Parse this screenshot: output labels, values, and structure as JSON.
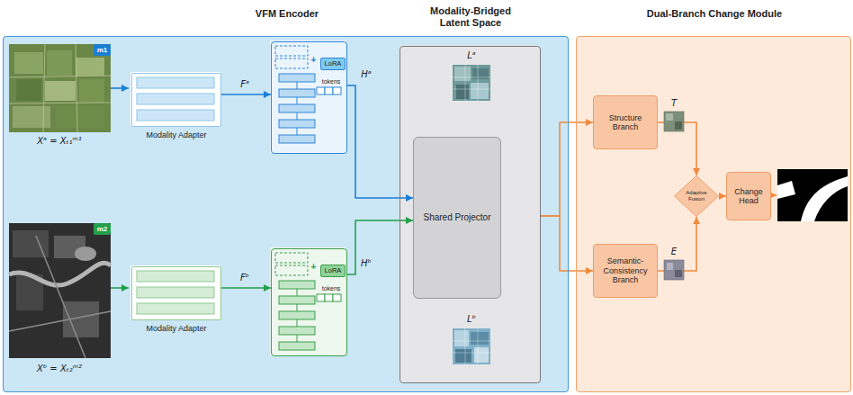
{
  "diagram": {
    "nodes": [
      {
        "text": [
          "VFM Encoder"
        ]
      },
      {
        "text": [
          "Modality Adapter"
        ],
        "in": 0
      },
      {
        "text": [
          "tokens"
        ],
        "in": 0
      },
      {
        "text": [
          "LoRA"
        ],
        "in": 2
      },
      {
        "text": [
          "Modality Adapter"
        ],
        "in": 0
      },
      {
        "text": [
          "tokens"
        ],
        "in": 0
      },
      {
        "text": [
          "LoRA"
        ],
        "in": 5
      },
      {
        "text": [
          "Modality-Bridged Latent Space"
        ],
        "in": 0
      },
      {
        "text": [
          "Shared Projector"
        ],
        "in": 7
      },
      {
        "text": [
          "Dual-Branch Change Module"
        ]
      },
      {
        "text": [
          "Structure Branch"
        ],
        "in": 9
      },
      {
        "text": [
          "Semantic-Consistency Branch"
        ],
        "in": 9
      },
      {
        "text": [
          "Adaptive Fusion"
        ],
        "in": 9
      },
      {
        "text": [
          "Change Head"
        ],
        "in": 9
      }
    ],
    "edges": [
      {
        "from": 1,
        "to": 2,
        "arrow": "to",
        "label": "Fᵃ"
      },
      {
        "from": 4,
        "to": 5,
        "arrow": "to",
        "label": "Fᵇ"
      },
      {
        "from": 2,
        "to": 8,
        "arrow": "to",
        "label": "Hᵃ"
      },
      {
        "from": 5,
        "to": 8,
        "arrow": "to",
        "label": "Hᵇ"
      },
      {
        "from": 7,
        "to": 10,
        "arrow": "to"
      },
      {
        "from": 7,
        "to": 11,
        "arrow": "to"
      },
      {
        "from": 10,
        "to": 12,
        "arrow": "to"
      },
      {
        "from": 11,
        "to": 12,
        "arrow": "to"
      },
      {
        "from": 12,
        "to": 13,
        "arrow": "to"
      }
    ],
    "labels": [
      "m1",
      "Xᵃ = Xₜ₁ᵐ¹",
      "+",
      "m2",
      "Xᵇ = Xₜ₂ᵐ²",
      "+",
      "Lᵃ",
      "Lᵇ",
      "T",
      "E"
    ]
  }
}
